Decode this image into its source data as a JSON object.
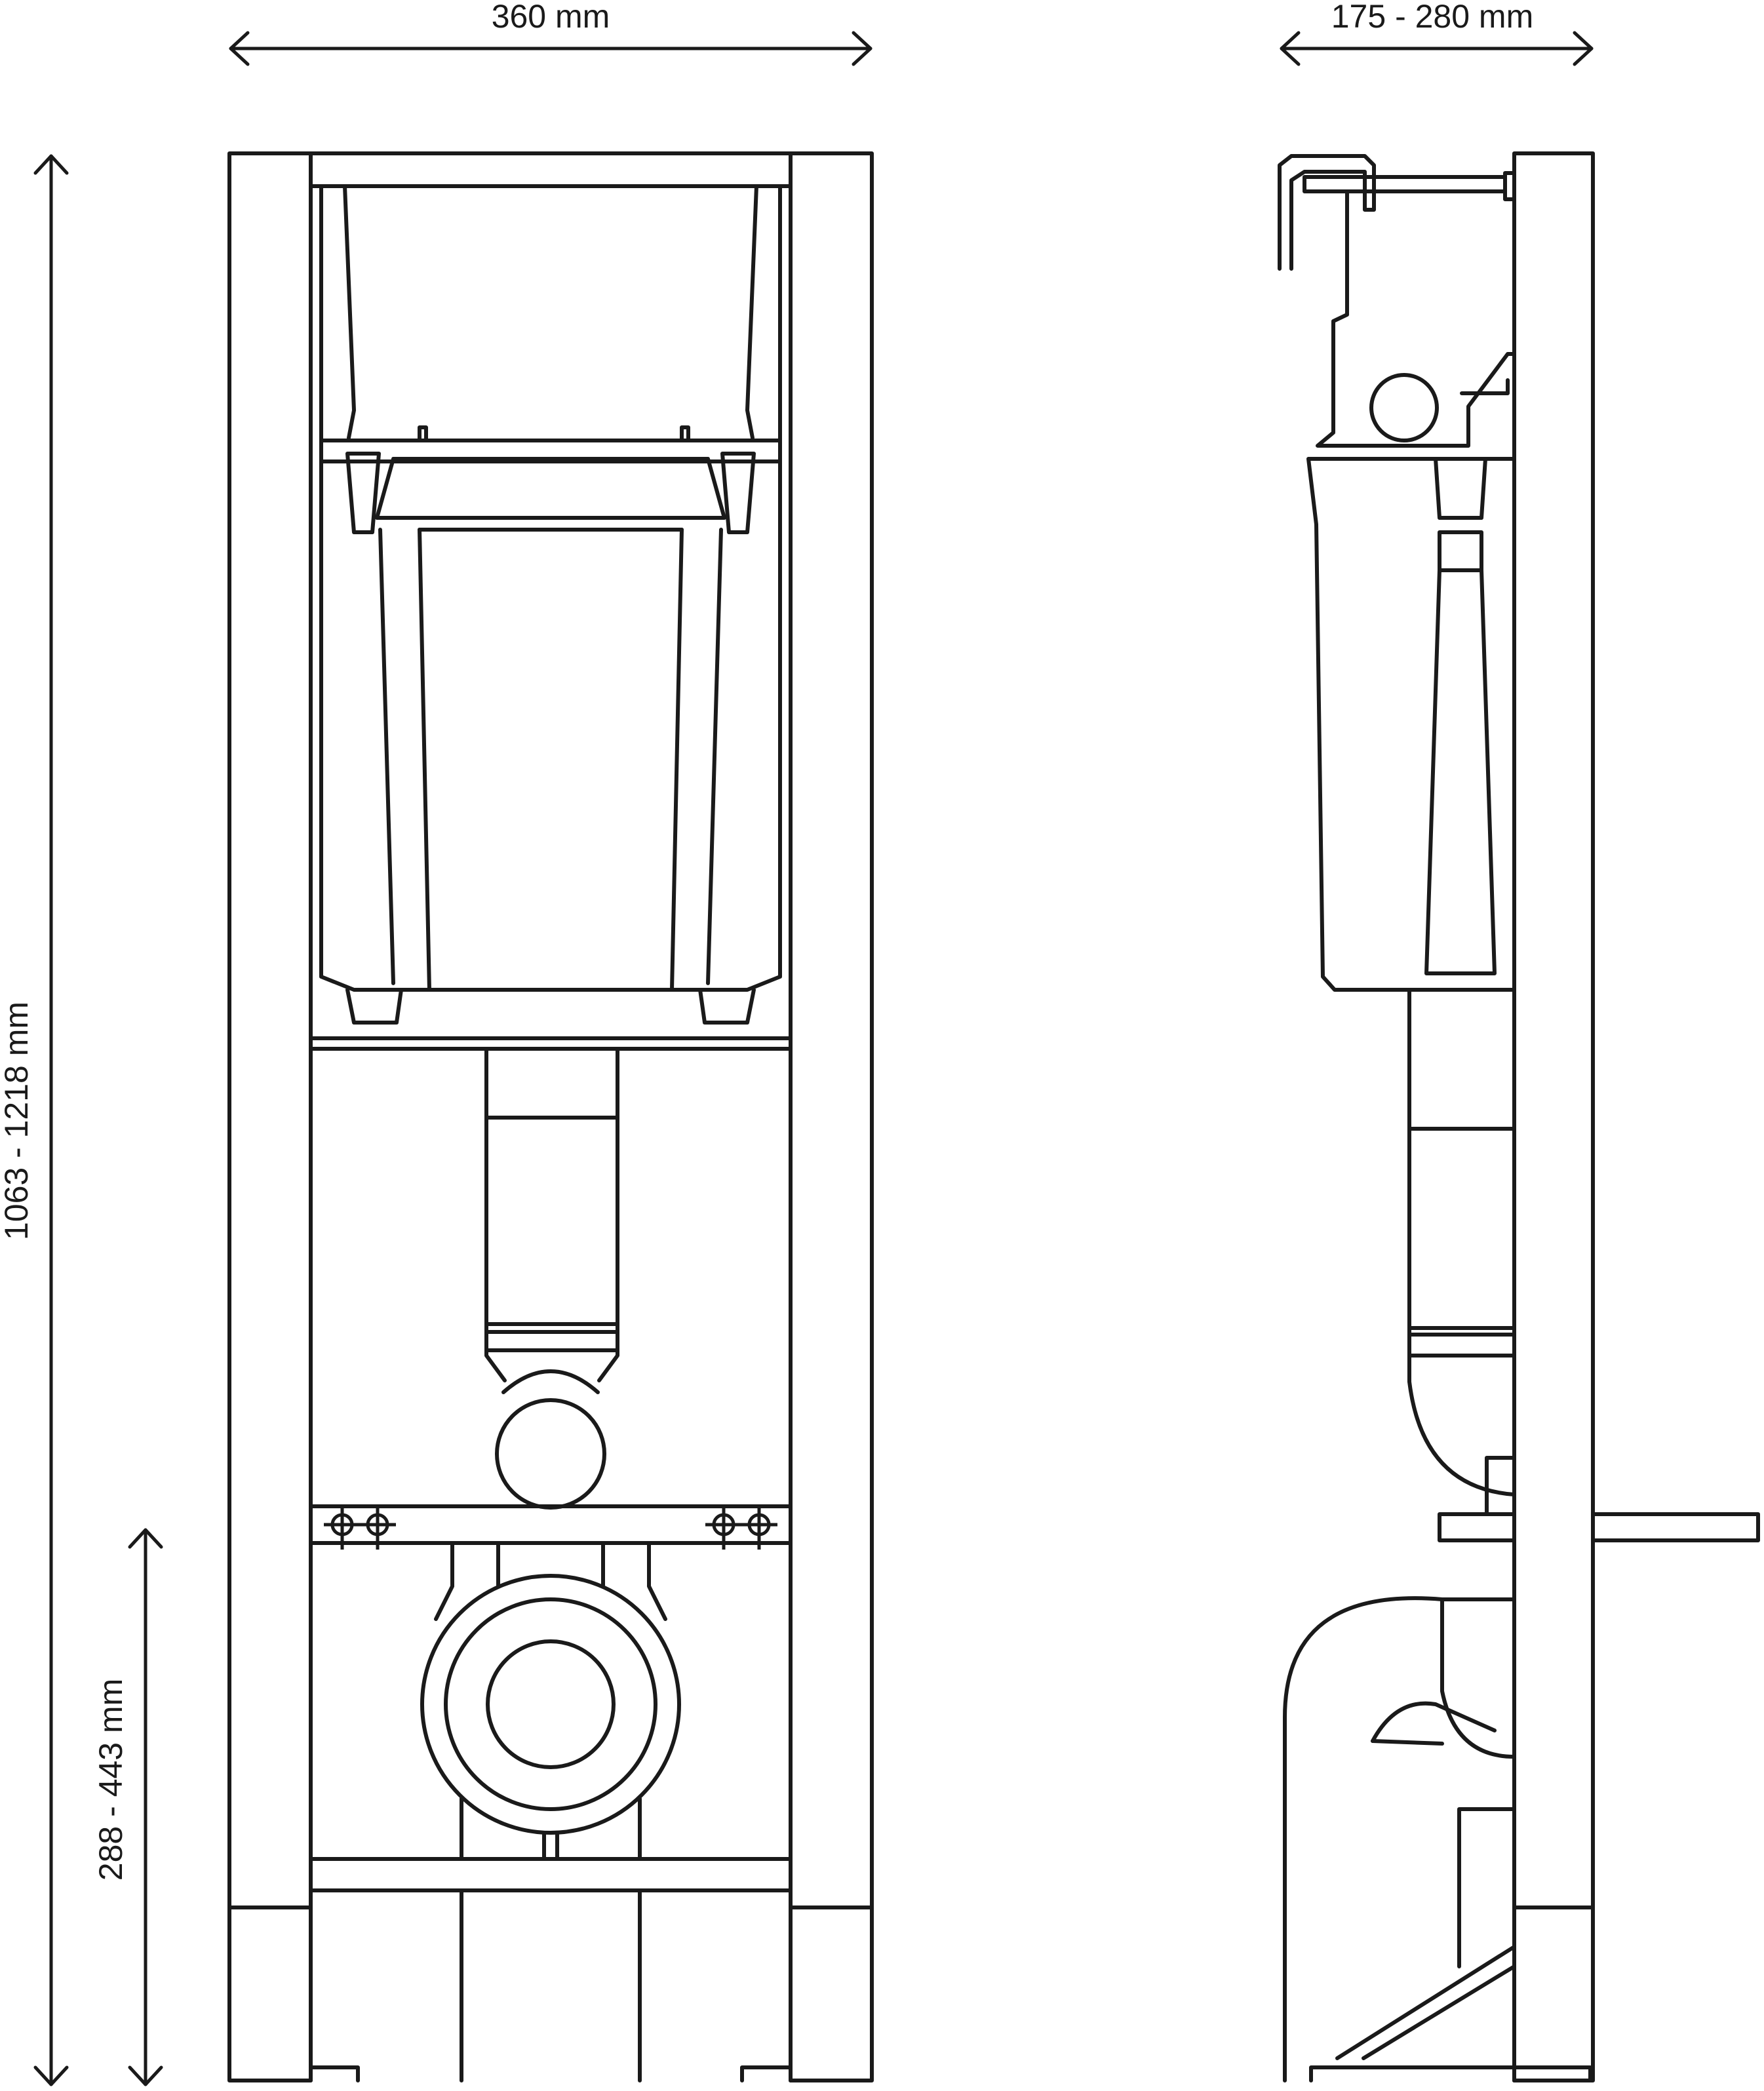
{
  "dimensions": {
    "front_width": "360 mm",
    "side_depth": "175 - 280 mm",
    "total_height": "1063 - 1218 mm",
    "outlet_height": "288 - 443 mm"
  },
  "colors": {
    "line": "#1a1a1a",
    "background": "#ffffff"
  }
}
